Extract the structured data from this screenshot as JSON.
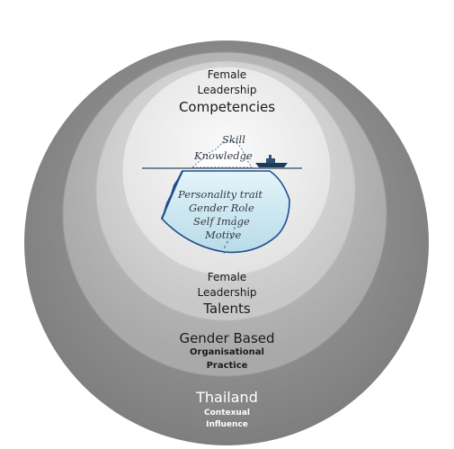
{
  "rings": {
    "outer": {
      "title": "Thailand",
      "line1": "Contexual",
      "line2": "Influence",
      "color": "#8e8e8e"
    },
    "second": {
      "title": "Gender Based",
      "line1": "Organisational",
      "line2": "Practice",
      "color": "#b9b9b9"
    },
    "third": {
      "line1": "Female",
      "line2": "Leadership",
      "line3": "Talents",
      "color": "#d6d6d6"
    },
    "inner": {
      "line1": "Female",
      "line2": "Leadership",
      "line3": "Competencies",
      "color": "#ececec"
    }
  },
  "iceberg": {
    "above": [
      "Skill",
      "Knowledge"
    ],
    "below": [
      "Personality trait",
      "Gender Role",
      "Self Image",
      "Motive"
    ],
    "ice_color": "#c8e6f0",
    "outline_color": "#1f4e8c"
  }
}
